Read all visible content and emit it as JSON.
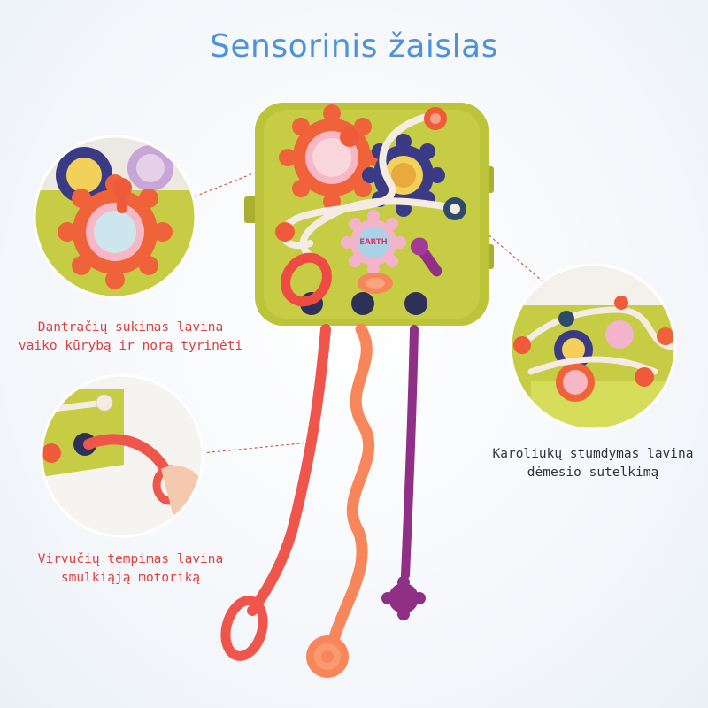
{
  "title": "Sensorinis žaislas",
  "captions": {
    "gears": [
      "Dantračių sukimas lavina",
      "vaiko kūrybą ir norą tyrinėti"
    ],
    "beads": [
      "Karoliukų stumdymas lavina",
      "dėmesio sutelkimą"
    ],
    "strings": [
      "Virvučių tempimas lavina",
      "smulkiąją motoriką"
    ]
  },
  "toy_labels": {
    "earth": "EARTH"
  },
  "colors": {
    "title": "#4d93dc",
    "caption_red": "#d8413f",
    "caption_dark": "#2d3440",
    "toy_body": "#bcc43a",
    "gear_orange": "#f0623a",
    "gear_navy": "#3b3a86",
    "string_red": "#f0554c",
    "string_orange": "#f7875a",
    "string_purple": "#8f2f86"
  }
}
